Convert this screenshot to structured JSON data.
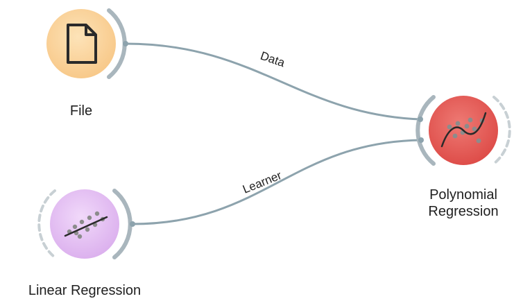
{
  "canvas": {
    "nodes": {
      "file": {
        "label": "File",
        "icon": "document-icon",
        "color": "#fbd59c"
      },
      "linear_regression": {
        "label": "Linear Regression",
        "icon": "scatter-line-icon",
        "color": "#e6c1f4"
      },
      "polynomial_regression": {
        "label_line1": "Polynomial",
        "label_line2": "Regression",
        "icon": "scatter-curve-icon",
        "color": "#e55c57"
      }
    },
    "links": {
      "data": {
        "label": "Data"
      },
      "learner": {
        "label": "Learner"
      }
    },
    "colors": {
      "link": "#8da3ad",
      "anchor": "#a9b6bd",
      "background": "#ffffff"
    }
  }
}
